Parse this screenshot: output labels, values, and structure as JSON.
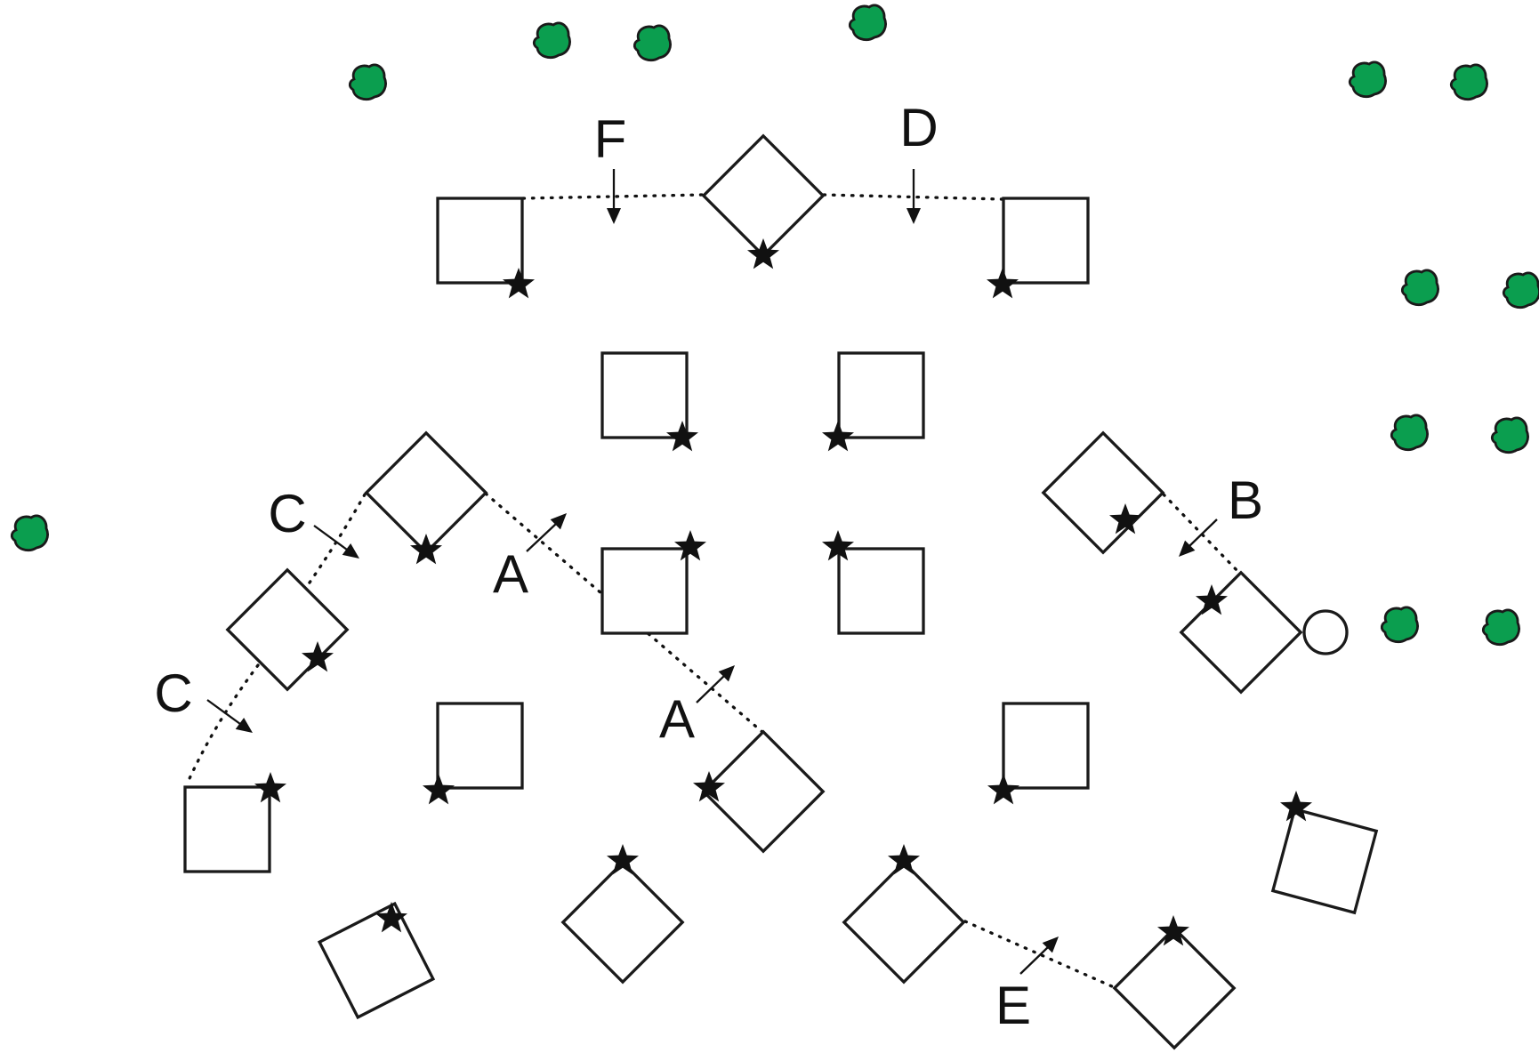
{
  "diagram": {
    "colors": {
      "bush": "#0b9e4f",
      "stroke": "#1a1a1a",
      "background": "#ffffff"
    },
    "labels": {
      "f": "F",
      "d": "D",
      "c_upper": "C",
      "c_lower": "C",
      "a_upper": "A",
      "a_lower": "A",
      "b": "B",
      "e": "E"
    },
    "icons": {
      "bush": "green-bush-icon",
      "star": "star-icon",
      "circle": "circle-marker-icon",
      "square": "square-marker",
      "diamond": "diamond-marker"
    }
  }
}
